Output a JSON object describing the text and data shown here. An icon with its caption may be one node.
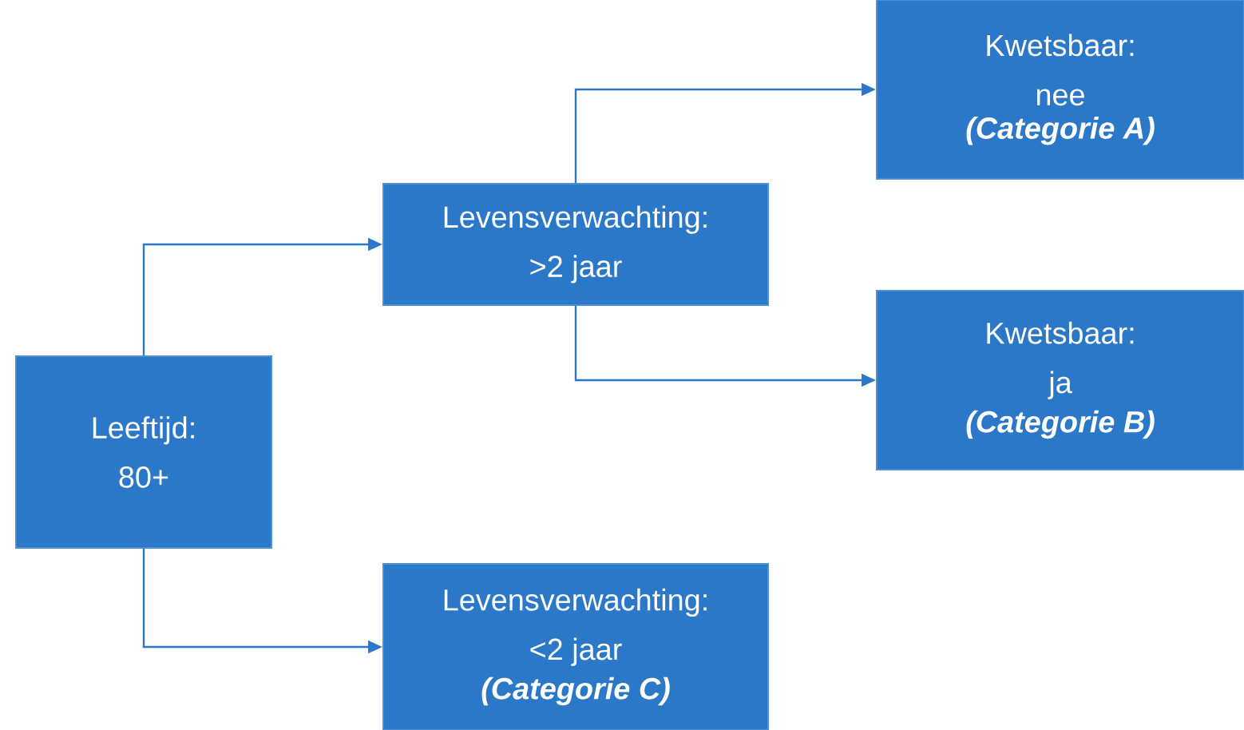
{
  "diagram": {
    "nodes": [
      {
        "text": [
          "Leeftijd: 80+"
        ]
      },
      {
        "text": [
          "Levensverwachting: >2 jaar"
        ]
      },
      {
        "text": [
          "Levensverwachting: <2 jaar",
          "(Categorie C)"
        ]
      },
      {
        "text": [
          "Kwetsbaar: nee",
          "(Categorie A)"
        ]
      },
      {
        "text": [
          "Kwetsbaar: ja",
          "(Categorie B)"
        ]
      }
    ],
    "edges": [
      {
        "from": 0,
        "to": 1,
        "arrow": "to"
      },
      {
        "from": 0,
        "to": 2,
        "arrow": "to"
      },
      {
        "from": 1,
        "to": 3,
        "arrow": "to"
      },
      {
        "from": 1,
        "to": 4,
        "arrow": "to"
      }
    ]
  }
}
